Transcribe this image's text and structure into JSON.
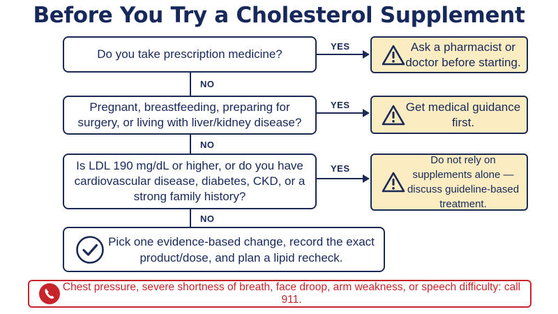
{
  "title": "Before You Try a Cholesterol Supplement",
  "questions": [
    {
      "text": "Do you take prescription medicine?",
      "yes_label": "YES",
      "no_label": "NO",
      "result": "Ask a pharmacist or doctor before starting."
    },
    {
      "text": "Pregnant, breastfeeding, preparing for surgery, or living with liver/kidney disease?",
      "yes_label": "YES",
      "no_label": "NO",
      "result": "Get medical guidance first."
    },
    {
      "text": "Is LDL 190 mg/dL or higher, or do you have cardiovascular disease, diabetes, CKD, or a strong family history?",
      "yes_label": "YES",
      "no_label": "NO",
      "result": "Do not rely on supplements alone — discuss guideline-based treatment."
    }
  ],
  "final": {
    "text": "Pick one evidence-based change, record the exact product/dose, and plan a lipid recheck."
  },
  "emergency": {
    "text": "Chest pressure, severe shortness of breath, face droop, arm weakness, or speech difficulty: call 911."
  },
  "colors": {
    "navy": "#1b2a55",
    "warning_fill": "#fbecc1",
    "alert_red": "#c8242c"
  },
  "icons": [
    "warning-icon",
    "checkmark-icon",
    "phone-icon"
  ]
}
